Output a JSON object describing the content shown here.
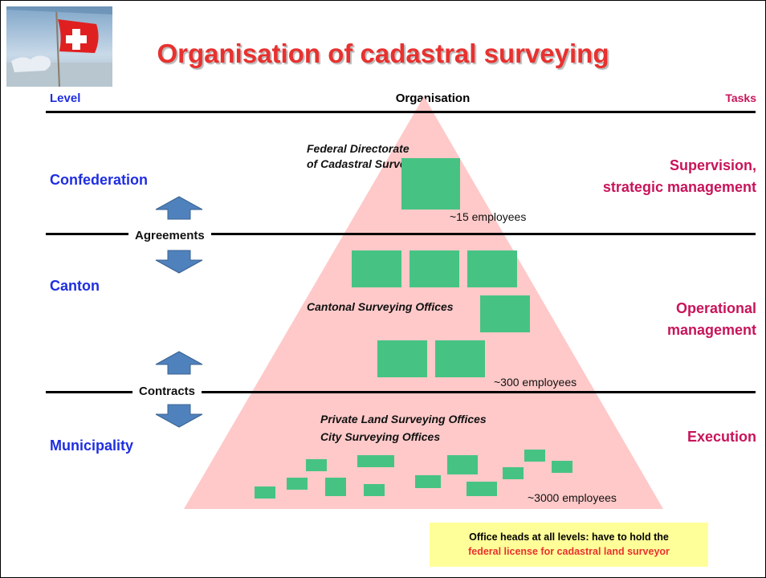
{
  "title": "Organisation of cadastral surveying",
  "headers": {
    "level": "Level",
    "organisation": "Organisation",
    "tasks": "Tasks"
  },
  "levels": {
    "confederation": "Confederation",
    "canton": "Canton",
    "municipality": "Municipality"
  },
  "tasks": {
    "confederation_line1": "Supervision,",
    "confederation_line2": "strategic management",
    "canton_line1": "Operational",
    "canton_line2": "management",
    "municipality": "Execution"
  },
  "separators": {
    "agreements": "Agreements",
    "contracts": "Contracts"
  },
  "offices": {
    "federal_line1": "Federal Directorate",
    "federal_line2": "of Cadastral Surveying",
    "cantonal": "Cantonal Surveying Offices",
    "private_line1": "Private Land Surveying Offices",
    "private_line2": "City Surveying Offices"
  },
  "employees": {
    "federal": "~15 employees",
    "cantonal": "~300 employees",
    "municipal": "~3000 employees"
  },
  "note": {
    "line1": "Office heads at all levels:  have to hold the",
    "line2": "federal license for cadastral land surveyor"
  },
  "colors": {
    "title": "#e8312f",
    "level": "#1f2ee0",
    "task": "#c8145a",
    "pyramid": "#ffc9c9",
    "office": "#46c383",
    "arrow": "#4f81bd",
    "note_bg": "#ffff99"
  },
  "icons": [
    "swiss-flag-icon",
    "arrow-up-icon",
    "arrow-down-icon"
  ]
}
